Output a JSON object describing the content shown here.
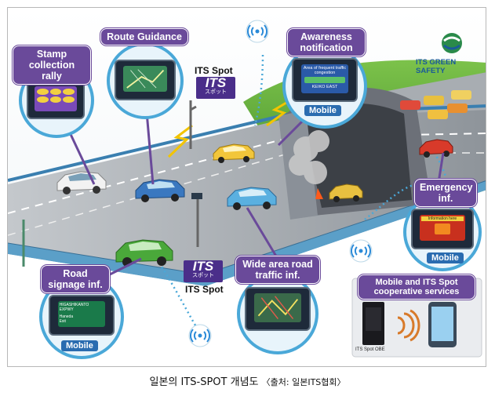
{
  "callouts": {
    "stamp": "Stamp collection rally",
    "route": "Route Guidance",
    "awareness": "Awareness notification",
    "emergency": "Emergency inf.",
    "wide_area": "Wide area road traffic inf.",
    "road_signage": "Road signage inf.",
    "coop": "Mobile and ITS Spot cooperative services"
  },
  "mobile_labels": {
    "awareness": "Mobile",
    "emergency": "Mobile",
    "road_signage": "Mobile"
  },
  "screens": {
    "awareness_line1": "Area of frequent traffic",
    "awareness_line2": "congestion",
    "awareness_sub": "KEIKO EAST",
    "emergency_top": "Information here",
    "signage_line1": "HIGASHIKANTO",
    "signage_line2": "EXPWY",
    "signage_line3": "Haneda",
    "signage_line4": "Exit",
    "obe_label": "ITS Spot OBE"
  },
  "its": {
    "spot_label_top": "ITS Spot",
    "spot_label_bottom": "ITS Spot",
    "logo_big": "ITS",
    "logo_small": "スポット"
  },
  "brand": "ITS GREEN SAFETY",
  "caption": {
    "main": "일본의 ITS-SPOT 개념도",
    "source": "〈출처: 일본ITS협회〉"
  },
  "colors": {
    "callout": "#6a4a9a",
    "bubble_border": "#4aa8d8",
    "road": "#9aa0a6",
    "grass": "#5aa83a",
    "signal": "#f2c400",
    "tunnel": "#6c7078"
  }
}
